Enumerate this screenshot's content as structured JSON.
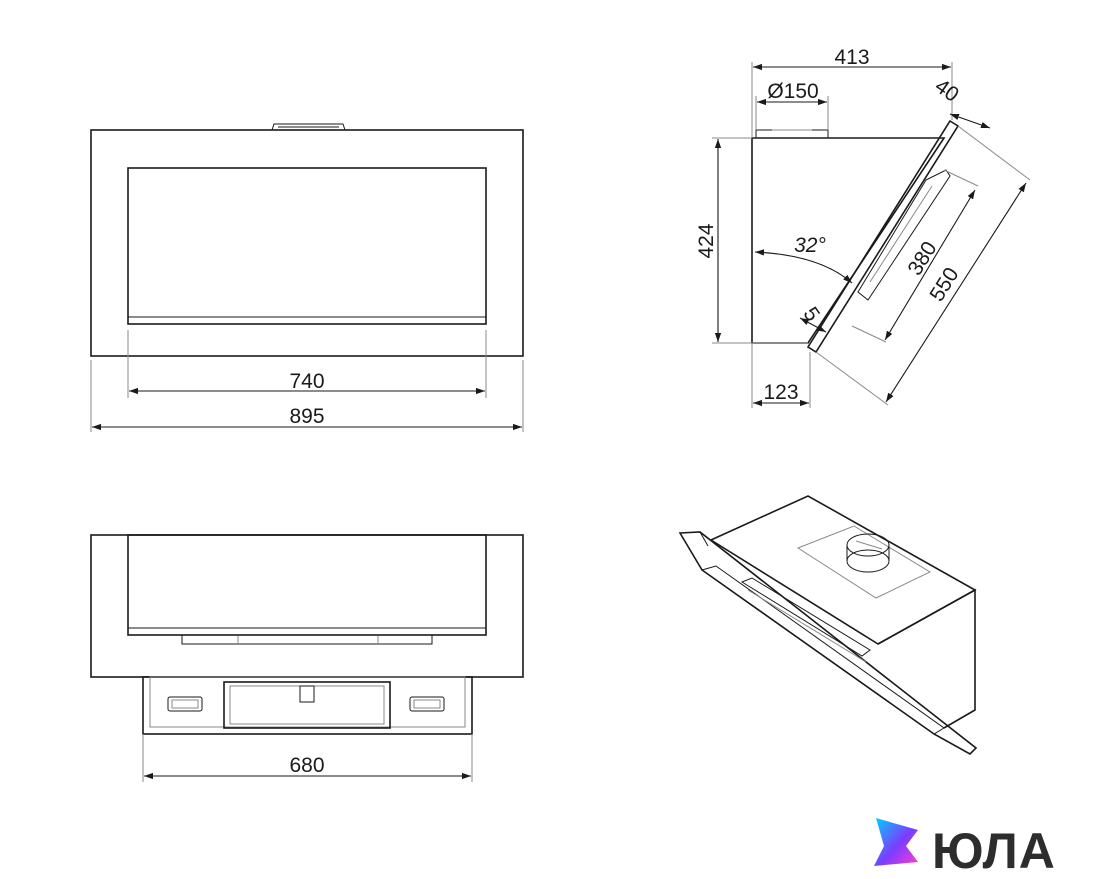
{
  "front_view": {
    "inner_width": "740",
    "overall_width": "895"
  },
  "side_view": {
    "depth": "413",
    "duct_diameter": "Ø150",
    "glass_offset": "40",
    "height": "424",
    "angle": "32°",
    "lip": "5",
    "inner_panel": "380",
    "panel_length": "550",
    "bottom_depth": "123"
  },
  "bottom_view": {
    "width": "680"
  },
  "brand": {
    "logo_text": "ЮЛА",
    "colors": {
      "gradient_start": "#00d1ff",
      "gradient_mid": "#7b3cff",
      "gradient_end": "#ff3bd4"
    }
  }
}
